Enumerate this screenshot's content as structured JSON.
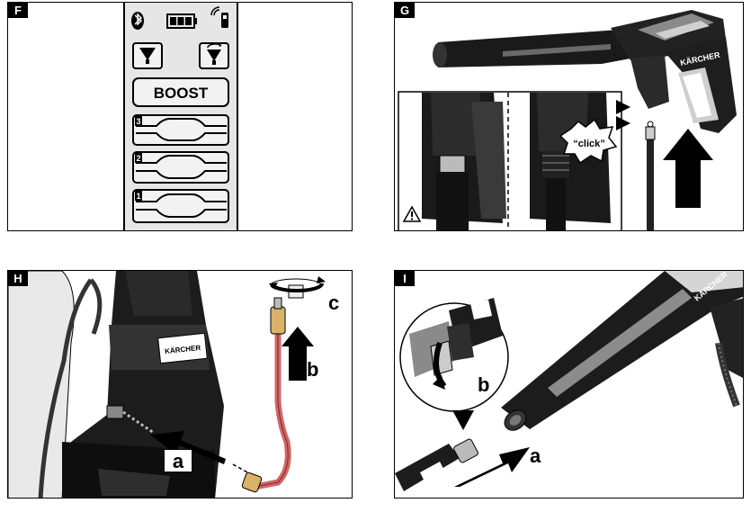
{
  "panels": {
    "F": {
      "label": "F",
      "boost_label": "BOOST",
      "levels": [
        "3",
        "2",
        "1"
      ]
    },
    "G": {
      "label": "G",
      "brand": "KÄRCHER",
      "callout": "“click”"
    },
    "H": {
      "label": "H",
      "brand": "KÄRCHER",
      "arrow_a": "a",
      "arrow_b": "b",
      "arrow_c": "c"
    },
    "I": {
      "label": "I",
      "brand": "KÄRCHER",
      "arrow_a": "a",
      "arrow_b": "b"
    }
  },
  "icons": [
    "bluetooth-icon",
    "battery-icon",
    "wireless-icon",
    "detergent-off-icon",
    "detergent-on-icon",
    "warning-icon"
  ]
}
